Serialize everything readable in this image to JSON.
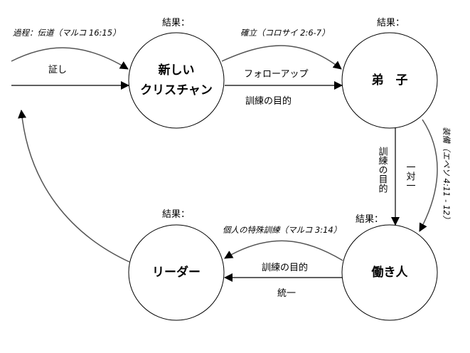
{
  "diagram": {
    "nodes": [
      {
        "id": "new-christian",
        "lines": [
          "新しい",
          "クリスチャン"
        ],
        "result_label": "結果："
      },
      {
        "id": "disciple",
        "lines": [
          "弟　子"
        ],
        "result_label": "結果："
      },
      {
        "id": "worker",
        "lines": [
          "働き人"
        ],
        "result_label": "結果："
      },
      {
        "id": "leader",
        "lines": [
          "リーダー"
        ],
        "result_label": "結果："
      }
    ],
    "edges": {
      "evangelism": {
        "process_label": "過程：伝道（マルコ 16:15）",
        "label": "証し"
      },
      "new_to_disciple": {
        "process_label": "確立（コロサイ 2:6-7）",
        "label_above": "フォローアップ",
        "label_below": "訓練の目的"
      },
      "disciple_to_worker": {
        "process_label": "装備（エペソ 4:11 - 12）",
        "label_left": "訓練の目的",
        "label_right": "一対一"
      },
      "worker_to_leader": {
        "process_label": "個人の特殊訓練（マルコ 3:14）",
        "label_above": "訓練の目的",
        "label_below": "統一"
      }
    }
  }
}
